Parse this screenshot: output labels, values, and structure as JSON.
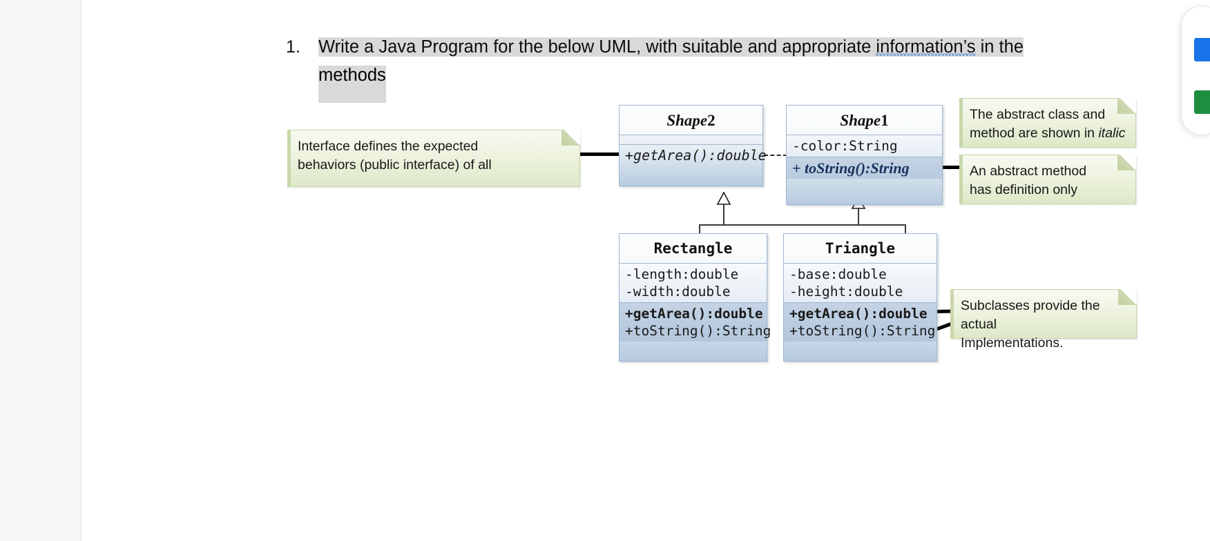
{
  "question": {
    "number": "1.",
    "line1_a": "Write a Java Program for the below UML, with suitable and appropriate ",
    "line1_spell": "information’s",
    "line1_b": " in the",
    "line2": "methods"
  },
  "uml": {
    "classes": [
      {
        "id": "shape2",
        "name": "Shape2",
        "name_base": "Shape",
        "name_suffix": "2",
        "style": "abstract-italic",
        "attributes": [],
        "methods": [
          "+getArea():double"
        ]
      },
      {
        "id": "shape1",
        "name": "Shape1",
        "name_base": "Shape",
        "name_suffix": "1",
        "style": "abstract-italic",
        "attributes": [
          "-color:String"
        ],
        "methods": [
          "+ toString():String"
        ]
      },
      {
        "id": "rectangle",
        "name": "Rectangle",
        "style": "concrete",
        "attributes": [
          "-length:double",
          "-width:double"
        ],
        "methods": [
          "+getArea():double",
          "+toString():String"
        ]
      },
      {
        "id": "triangle",
        "name": "Triangle",
        "style": "concrete",
        "attributes": [
          "-base:double",
          "-height:double"
        ],
        "methods": [
          "+getArea():double",
          "+toString():String"
        ]
      }
    ]
  },
  "notes": {
    "interface": {
      "line1": "Interface defines the expected",
      "line2": "behaviors (public interface) of all"
    },
    "abstract_class": {
      "line1": "The abstract class and",
      "line2_a": "method are shown in ",
      "line2_italic": "italic"
    },
    "abstract_method": {
      "line1": "An abstract method",
      "line2": "has definition only"
    },
    "subclasses": {
      "line1": "Subclasses provide the actual",
      "line2": "Implementations."
    }
  },
  "toolbar": {
    "icons": [
      "blue-square-icon",
      "green-square-icon"
    ]
  },
  "colors": {
    "note_fill": "#e8efd8",
    "note_border": "#c7d6a8",
    "class_fill": "#b7cbe0",
    "class_border": "#9fb6cd",
    "highlight": "#d9d9d9",
    "spell_underline": "#2b7ad1",
    "toolbar_blue": "#1a73e8",
    "toolbar_green": "#1e8e3e"
  }
}
